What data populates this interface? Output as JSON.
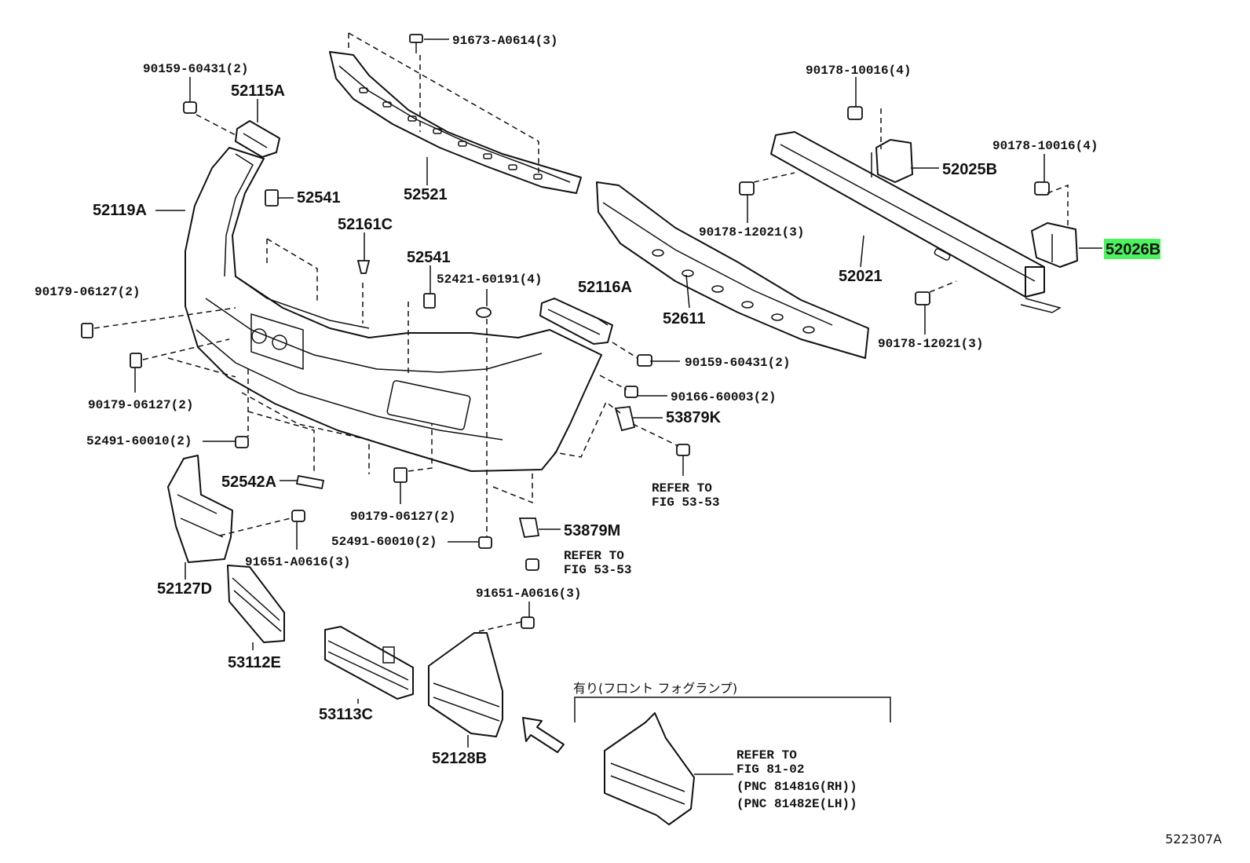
{
  "diagram": {
    "figure_code": "522307A",
    "highlighted_part": "52026B",
    "callouts": {
      "c_91673": "91673-A0614(3)",
      "c_90159a": "90159-60431(2)",
      "c_52115A": "52115A",
      "c_52119A": "52119A",
      "c_52541a": "52541",
      "c_52521": "52521",
      "c_52161C": "52161C",
      "c_52541b": "52541",
      "c_52421": "52421-60191(4)",
      "c_90179a": "90179-06127(2)",
      "c_90179b": "90179-06127(2)",
      "c_52491a": "52491-60010(2)",
      "c_52542A": "52542A",
      "c_90179c": "90179-06127(2)",
      "c_52491b": "52491-60010(2)",
      "c_91651a": "91651-A0616(3)",
      "c_52127D": "52127D",
      "c_53112E": "53112E",
      "c_91651b": "91651-A0616(3)",
      "c_53113C": "53113C",
      "c_52128B": "52128B",
      "c_52116A": "52116A",
      "c_90159b": "90159-60431(2)",
      "c_90166": "90166-60003(2)",
      "c_53879K": "53879K",
      "c_53879M": "53879M",
      "c_52611": "52611",
      "c_90178a": "90178-10016(4)",
      "c_52025B": "52025B",
      "c_90178b": "90178-12021(3)",
      "c_52021": "52021",
      "c_90178c": "90178-10016(4)",
      "c_52026B": "52026B",
      "c_90178d": "90178-12021(3)"
    },
    "refer_1": {
      "line1": "REFER TO",
      "line2": "FIG 53-53"
    },
    "refer_2": {
      "line1": "REFER TO",
      "line2": "FIG 53-53"
    },
    "fog_option": {
      "header": "有り(フロント フォグランプ)",
      "line1": "REFER TO",
      "line2": "FIG 81-02",
      "line3": "(PNC 81481G(RH))",
      "line4": "(PNC 81482E(LH))"
    }
  },
  "colors": {
    "highlight": "#4df25e",
    "ink": "#111111",
    "paper": "#ffffff"
  }
}
